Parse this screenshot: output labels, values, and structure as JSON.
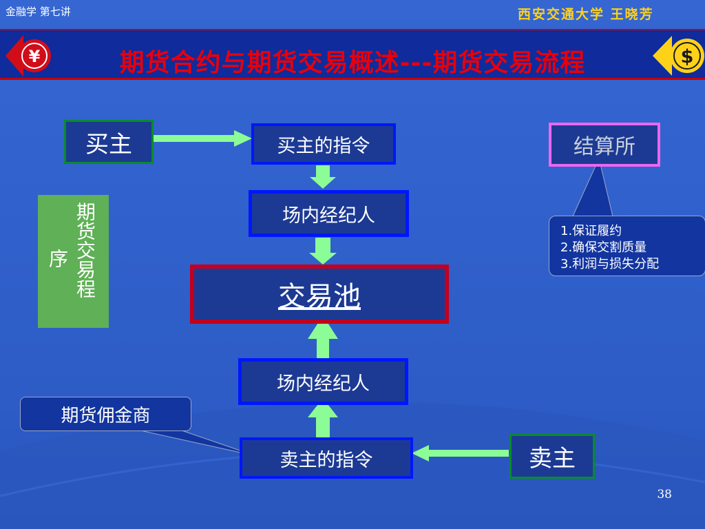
{
  "header": {
    "course": "金融学  第七讲",
    "institution": "西安交通大学  王晓芳"
  },
  "title": "期货合约与期货交易概述---期货交易流程",
  "icons": {
    "left": "yuan-coin-icon",
    "right": "dollar-coin-icon"
  },
  "flow": {
    "buyer": "买主",
    "buy_order": "买主的指令",
    "floor_broker_top": "场内经纪人",
    "trading_pit": "交易池",
    "floor_broker_bottom": "场内经纪人",
    "sell_order": "卖主的指令",
    "seller": "卖主",
    "clearing_house": "结算所"
  },
  "side_panel": {
    "col1": "期货交易程",
    "col2": "序"
  },
  "clearing_functions": [
    "1.保证履约",
    "2.确保交割质量",
    "3.利润与损失分配"
  ],
  "commission_merchant": "期货佣金商",
  "page_number": "38",
  "colors": {
    "background": "#2f5fc8",
    "title_bar": "#0f2b9c",
    "title_text": "#e8000b",
    "header_right": "#ffd21a",
    "arrow_fill": "#8cfc96",
    "box_border_blue": "#0016ff",
    "pool_border": "#c2001e",
    "party_border": "#0a8a2c",
    "clearing_border": "#ee66ee",
    "panel_green": "#5fb056"
  }
}
